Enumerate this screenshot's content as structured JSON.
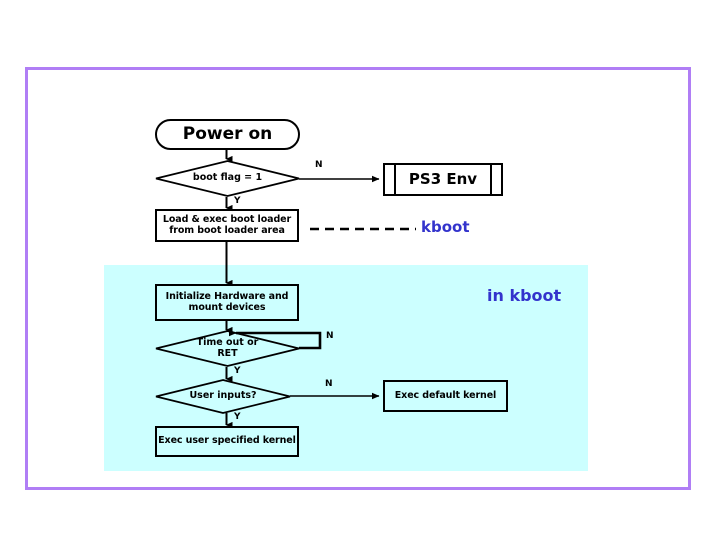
{
  "diagram": {
    "title": "PS3 boot flow / kboot",
    "colors": {
      "frame_border": "#b07ef5",
      "kboot_region_background": "#ccffff",
      "annotation_text": "#3333cc",
      "shape_stroke": "#000000",
      "page_background": "#ffffff"
    },
    "nodes": {
      "power_on": "Power on",
      "boot_flag": "boot flag = 1",
      "ps3_env": "PS3 Env",
      "load_exec_boot_loader": "Load & exec boot loader\nfrom boot loader area",
      "initialize_hardware": "Initialize Hardware and\nmount devices",
      "time_out_or_ret": "Time out or\nRET",
      "user_inputs": "User inputs?",
      "exec_default_kernel": "Exec default kernel",
      "exec_user_specified_kernel": "Exec user specified kernel"
    },
    "branch_labels": {
      "boot_flag_no": "N",
      "boot_flag_yes": "Y",
      "time_out_no": "N",
      "time_out_yes": "Y",
      "user_inputs_no": "N",
      "user_inputs_yes": "Y"
    },
    "annotations": {
      "kboot": "kboot",
      "in_kboot": "in kboot"
    }
  }
}
